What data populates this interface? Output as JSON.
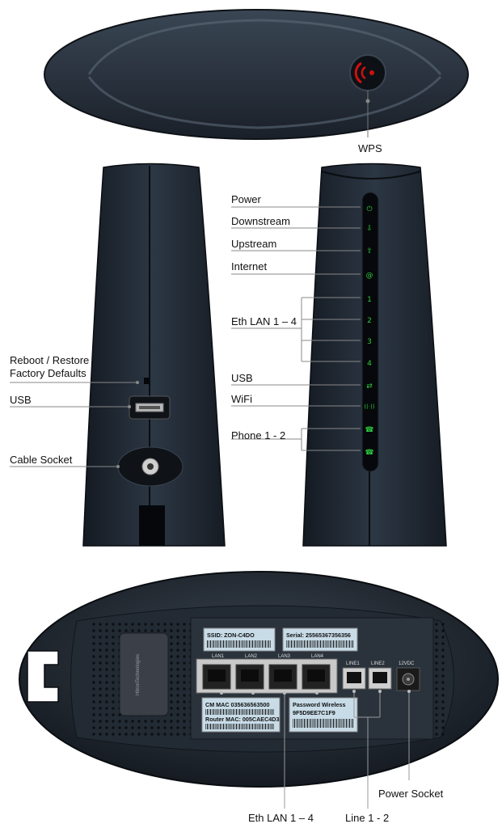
{
  "top_view": {
    "wps_label": "WPS"
  },
  "side_view": {
    "reboot_label_line1": "Reboot / Restore",
    "reboot_label_line2": "Factory Defaults",
    "usb_label": "USB",
    "cable_label": "Cable Socket"
  },
  "front_view": {
    "indicators": [
      {
        "label": "Power",
        "icon": "power-icon",
        "glyph": "⏻"
      },
      {
        "label": "Downstream",
        "icon": "downstream-icon",
        "glyph": "⇩"
      },
      {
        "label": "Upstream",
        "icon": "upstream-icon",
        "glyph": "⇧"
      },
      {
        "label": "Internet",
        "icon": "at-icon",
        "glyph": "@"
      },
      {
        "label": "Eth LAN 1 – 4",
        "icon": "lan-icon",
        "glyphs": [
          "1",
          "2",
          "3",
          "4"
        ]
      },
      {
        "label": "USB",
        "icon": "usb-icon",
        "glyph": "⇄"
      },
      {
        "label": "WiFi",
        "icon": "wifi-icon",
        "glyph": "((·))"
      },
      {
        "label": "Phone 1 - 2",
        "icon": "phone-icon",
        "glyphs": [
          "☎",
          "☎"
        ]
      }
    ]
  },
  "back_view": {
    "ssid": "SSID: ZON-C4DO",
    "serial": "Serial: 25565367356356",
    "cm_mac": "CM MAC 035636563500",
    "router_mac": "Router MAC: 005CAEC4D3",
    "password_line1": "Password Wireless",
    "password_line2": "9F5D9EE7C1F9",
    "ports": [
      "LAN1",
      "LAN2",
      "LAN3",
      "LAN4"
    ],
    "phone_ports": [
      "LINE1",
      "LINE2"
    ],
    "power_port": "12VDC",
    "vendor": "HitronTechnologies",
    "callouts": {
      "eth": "Eth LAN 1 – 4",
      "line": "Line 1 - 2",
      "power": "Power Socket"
    }
  }
}
